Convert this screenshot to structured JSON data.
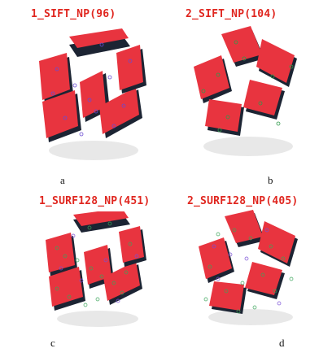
{
  "panels": [
    {
      "title": "1_SIFT_NP(96)",
      "caption": "a"
    },
    {
      "title": "2_SIFT_NP(104)",
      "caption": "b"
    },
    {
      "title": "1_SURF128_NP(451)",
      "caption": "c"
    },
    {
      "title": "2_SURF128_NP(405)",
      "caption": "d"
    }
  ],
  "colors": {
    "title": "#e0261f",
    "face_red": "#e8343f",
    "face_red_light": "#ff5a62",
    "side_dark": "#1c2433",
    "shadow": "#d9d9d9"
  }
}
